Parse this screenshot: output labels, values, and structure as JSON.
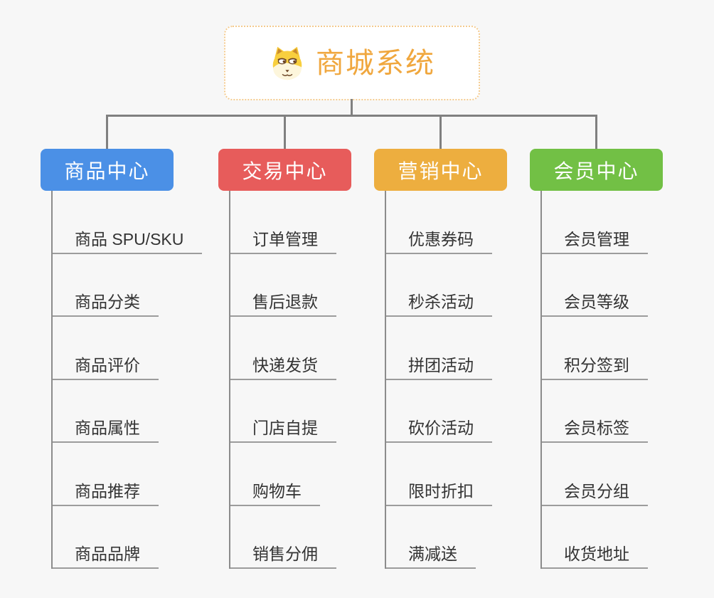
{
  "root": {
    "title": "商城系统",
    "icon": "doge-icon",
    "text_color": "#F0A73E",
    "border_color": "#F4CB8F"
  },
  "colors": {
    "canvas_bg": "#F7F7F7",
    "connector": "#808080",
    "trunk": "#8C8C8C",
    "underline": "#9C9C9C",
    "item_text": "#333333"
  },
  "branches": [
    {
      "label": "商品中心",
      "color": "#4B90E6",
      "items": [
        "商品 SPU/SKU",
        "商品分类",
        "商品评价",
        "商品属性",
        "商品推荐",
        "商品品牌"
      ]
    },
    {
      "label": "交易中心",
      "color": "#E75C5B",
      "items": [
        "订单管理",
        "售后退款",
        "快递发货",
        "门店自提",
        "购物车",
        "销售分佣"
      ]
    },
    {
      "label": "营销中心",
      "color": "#EDAE3F",
      "items": [
        "优惠券码",
        "秒杀活动",
        "拼团活动",
        "砍价活动",
        "限时折扣",
        "满减送"
      ]
    },
    {
      "label": "会员中心",
      "color": "#72C045",
      "items": [
        "会员管理",
        "会员等级",
        "积分签到",
        "会员标签",
        "会员分组",
        "收货地址"
      ]
    }
  ]
}
